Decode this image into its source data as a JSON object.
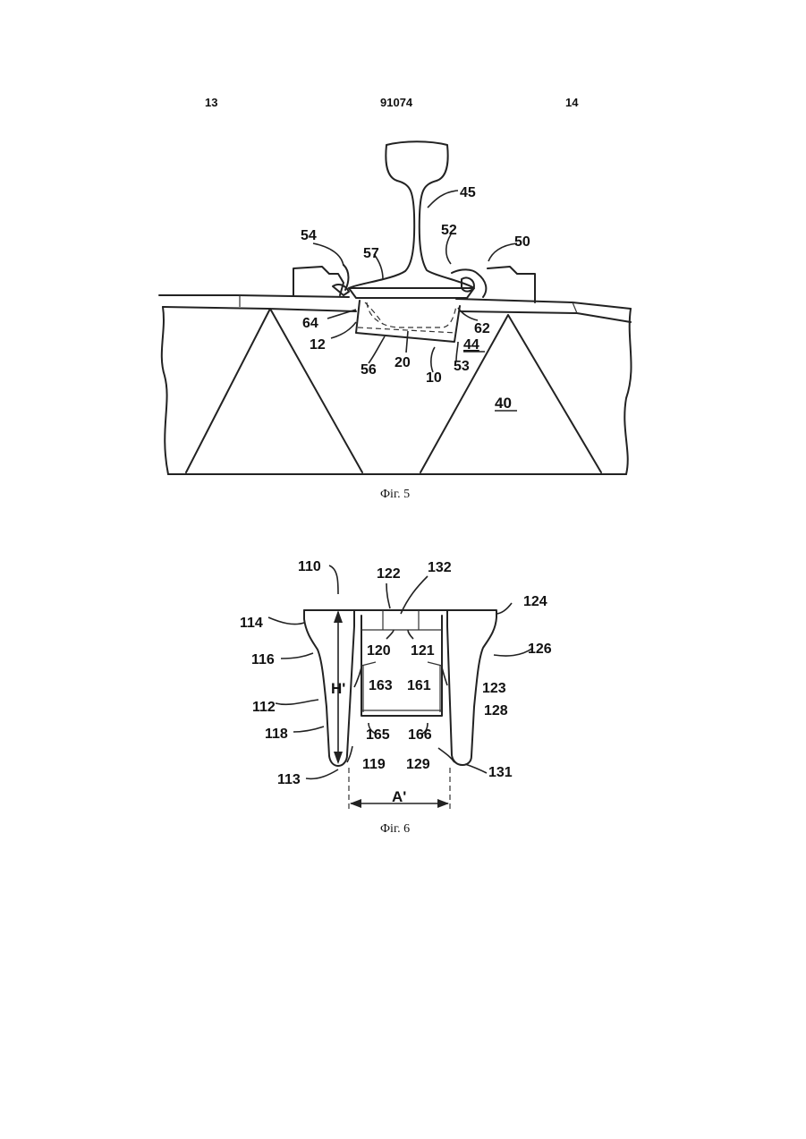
{
  "header": {
    "left_page": "13",
    "patent_number": "91074",
    "right_page": "14"
  },
  "figure5": {
    "caption": "Фіг. 5",
    "labels": {
      "l45": "45",
      "l52": "52",
      "l50": "50",
      "l54": "54",
      "l57": "57",
      "l64": "64",
      "l62": "62",
      "l12": "12",
      "l44": "44",
      "l56": "56",
      "l20": "20",
      "l10": "10",
      "l53": "53",
      "l40": "40"
    }
  },
  "figure6": {
    "caption": "Фіг. 6",
    "labels": {
      "l110": "110",
      "l122": "122",
      "l132": "132",
      "l124": "124",
      "l114": "114",
      "l120": "120",
      "l121": "121",
      "l126": "126",
      "l116": "116",
      "lH": "H'",
      "l163": "163",
      "l161": "161",
      "l123": "123",
      "l112": "112",
      "l128": "128",
      "l118": "118",
      "l165": "165",
      "l166": "166",
      "l119": "119",
      "l129": "129",
      "l113": "113",
      "l131": "131",
      "lA": "A'"
    }
  }
}
